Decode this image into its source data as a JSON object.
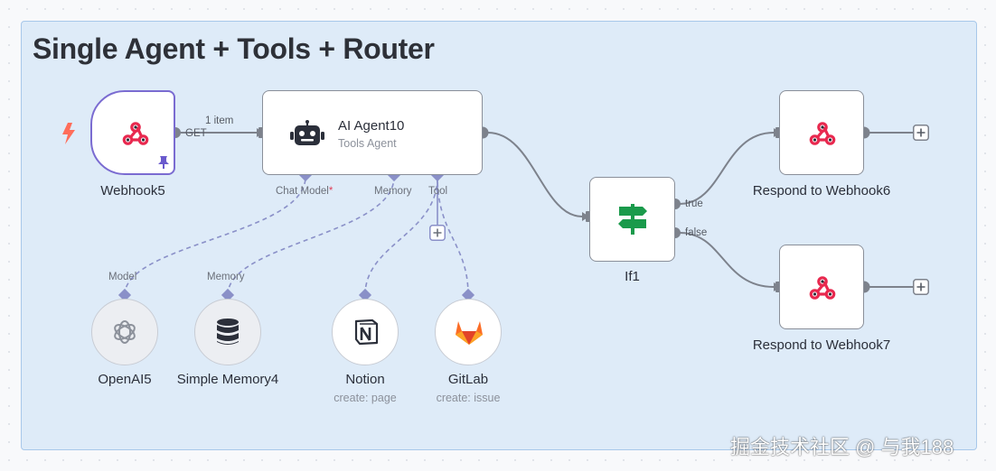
{
  "canvas": {
    "title": "Single Agent + Tools + Router",
    "watermark": "掘金技术社区 @ 与我188"
  },
  "colors": {
    "edge": "#7d828c",
    "connector": "#8a90c8",
    "trigger_border": "#7a6bd1",
    "webhook_pink": "#e8294f",
    "if_green": "#1a9a4b",
    "gitlab_orange": "#e24329"
  },
  "nodes": {
    "webhook5": {
      "label": "Webhook5",
      "icon": "webhook-icon",
      "badge_icon": "pin-icon",
      "trigger_icon": "lightning-icon"
    },
    "ai_agent": {
      "label": "AI Agent10",
      "subtitle": "Tools Agent",
      "icon": "robot-icon"
    },
    "if1": {
      "label": "If1",
      "icon": "signpost-icon"
    },
    "respond6": {
      "label": "Respond to Webhook6",
      "icon": "webhook-icon"
    },
    "respond7": {
      "label": "Respond to Webhook7",
      "icon": "webhook-icon"
    },
    "openai5": {
      "label": "OpenAI5",
      "icon": "openai-icon",
      "port": "Model"
    },
    "memory4": {
      "label": "Simple Memory4",
      "icon": "database-icon",
      "port": "Memory"
    },
    "notion": {
      "label": "Notion",
      "subtitle": "create: page",
      "icon": "notion-icon"
    },
    "gitlab": {
      "label": "GitLab",
      "subtitle": "create: issue",
      "icon": "gitlab-icon"
    }
  },
  "ports": {
    "chat_model": "Chat Model",
    "chat_model_required": "*",
    "memory": "Memory",
    "tool": "Tool"
  },
  "edges": {
    "webhook_item_count": "1 item",
    "webhook_method": "GET",
    "if_true": "true",
    "if_false": "false"
  }
}
